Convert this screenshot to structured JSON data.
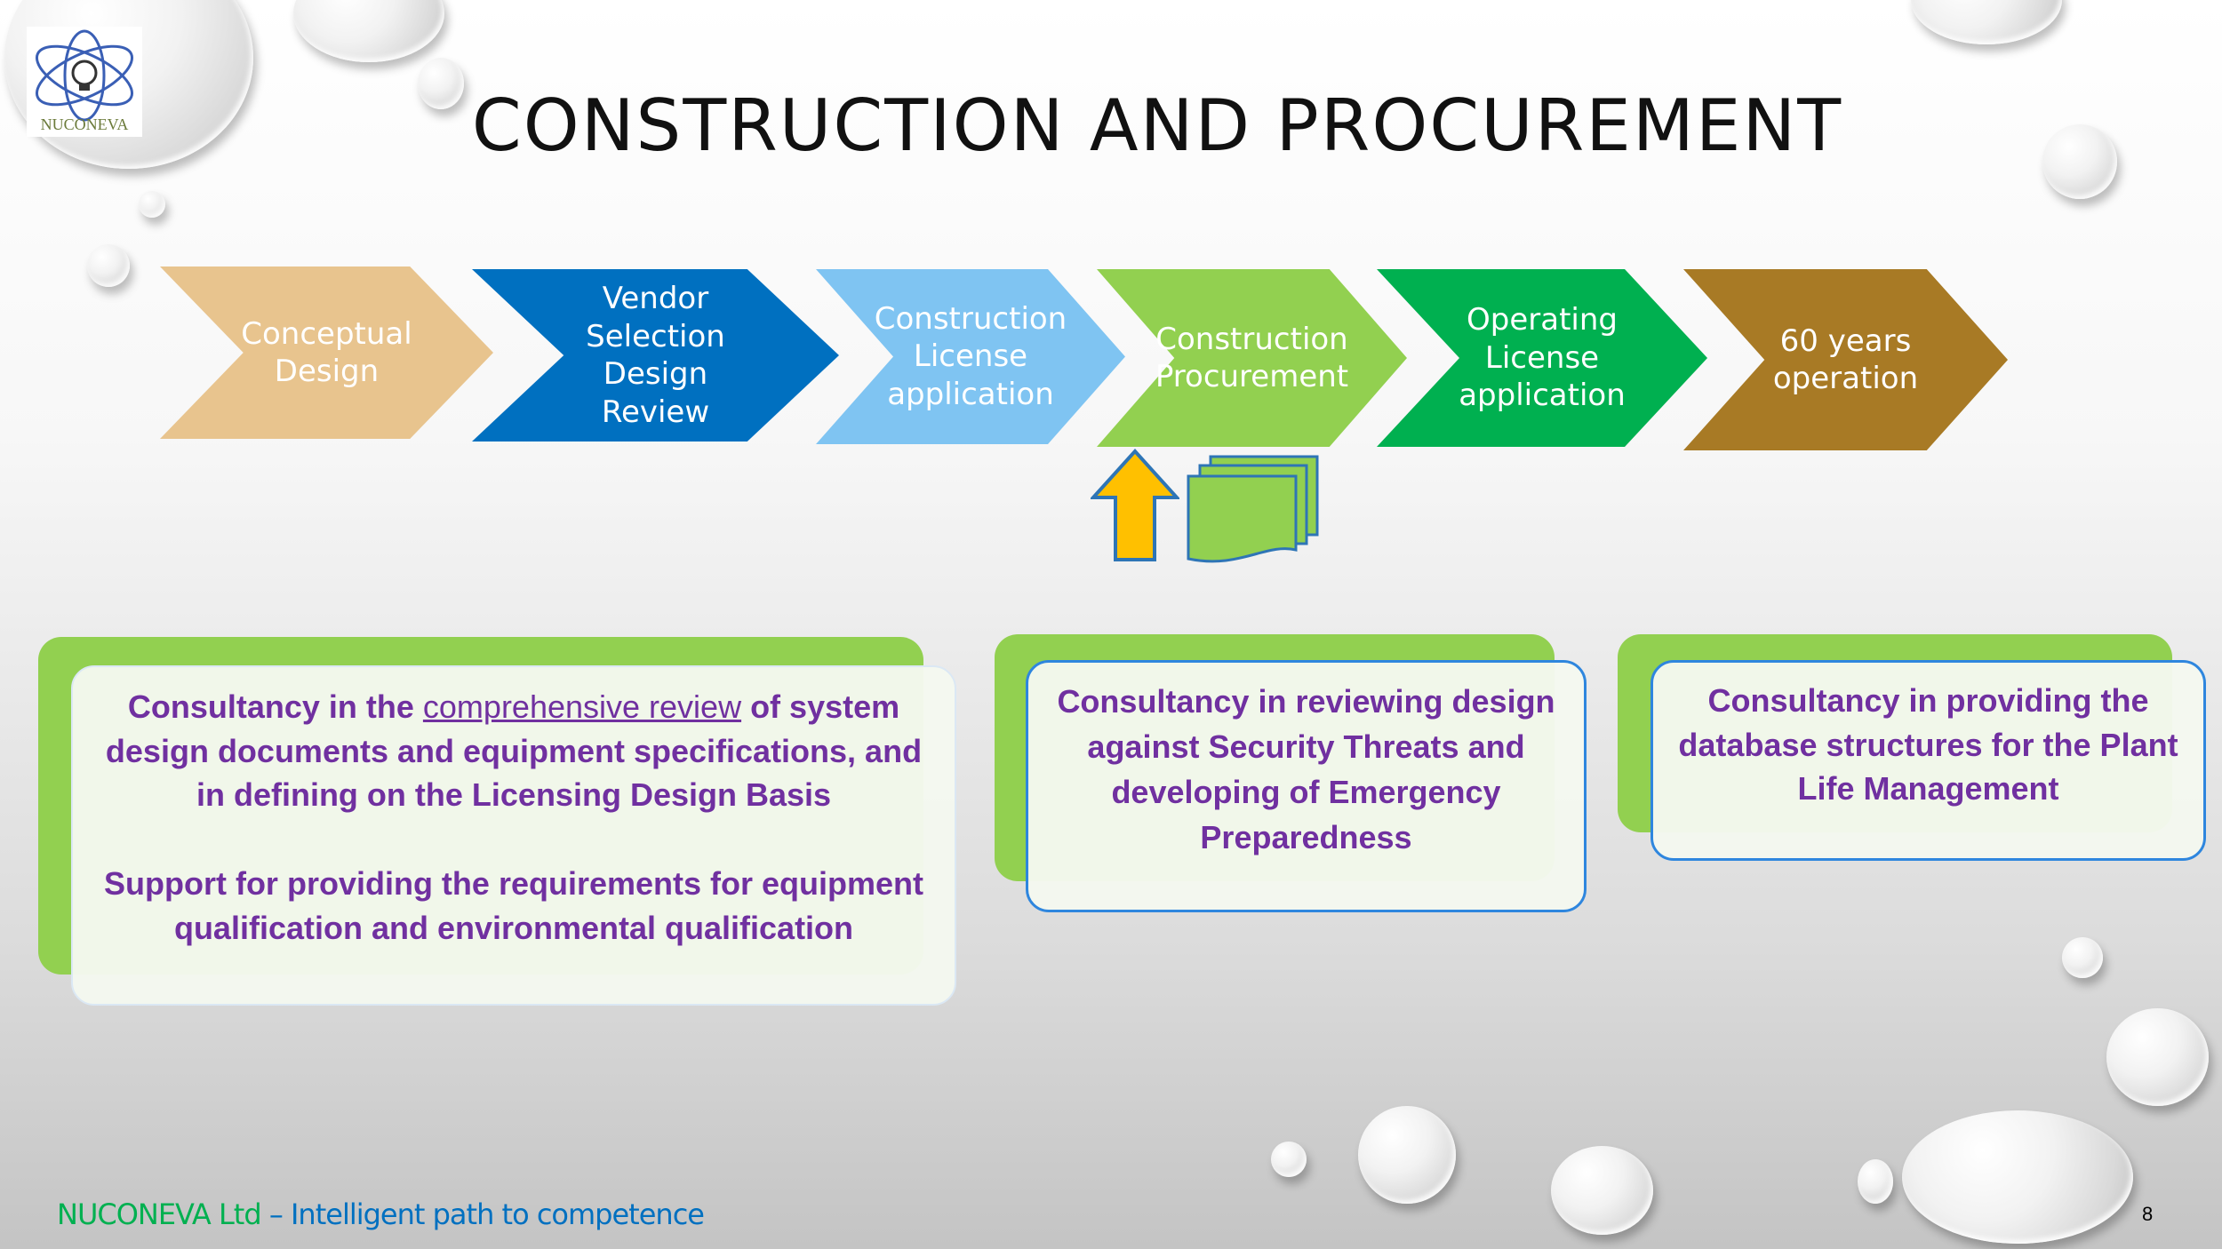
{
  "logo": {
    "text": "NUCONEVA"
  },
  "title": "CONSTRUCTION AND PROCUREMENT",
  "process": [
    {
      "lines": [
        "Conceptual",
        "Design"
      ],
      "color": "#E8C48E"
    },
    {
      "lines": [
        "Vendor",
        "Selection",
        "Design",
        "Review"
      ],
      "color": "#0070C0"
    },
    {
      "lines": [
        "Construction",
        "License",
        "application"
      ],
      "color": "#7FC4F2"
    },
    {
      "lines": [
        "Construction",
        "Procurement"
      ],
      "color": "#92D050"
    },
    {
      "lines": [
        "Operating",
        "License",
        "application"
      ],
      "color": "#00B050"
    },
    {
      "lines": [
        "60 years",
        "operation"
      ],
      "color": "#A87A25"
    }
  ],
  "boxes": [
    {
      "p1_pre": "Consultancy in the ",
      "p1_link": "comprehensive review",
      "p1_post": " of system design documents and equipment  specifications,  and in defining on  the Licensing Design Basis",
      "p2": "Support for providing the requirements for equipment qualification and environmental  qualification"
    },
    {
      "text": "Consultancy in reviewing design against Security Threats and developing of Emergency Preparedness"
    },
    {
      "text": "Consultancy in providing the database structures for the Plant Life Management"
    }
  ],
  "footer": {
    "company": "NUCONEVA Ltd",
    "tagline": " – Intelligent path to competence"
  },
  "page_number": "8"
}
